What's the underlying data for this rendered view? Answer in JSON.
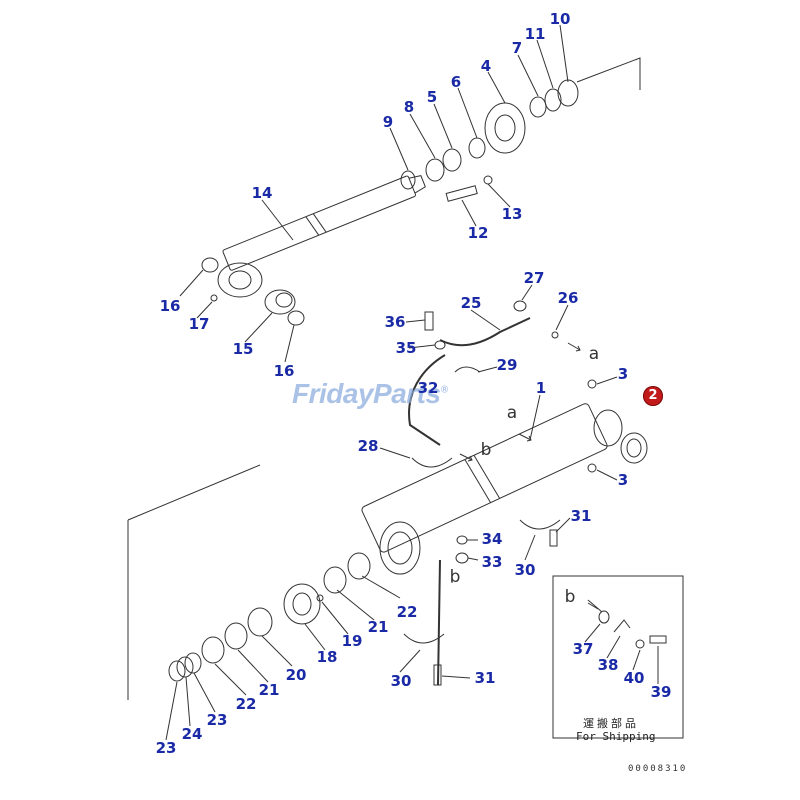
{
  "watermark": {
    "text": "FridayParts",
    "reg": "®"
  },
  "callout_badge": "2",
  "labels": [
    {
      "id": "l10",
      "text": "10"
    },
    {
      "id": "l11",
      "text": "11"
    },
    {
      "id": "l7",
      "text": "7"
    },
    {
      "id": "l4",
      "text": "4"
    },
    {
      "id": "l6",
      "text": "6"
    },
    {
      "id": "l5",
      "text": "5"
    },
    {
      "id": "l8",
      "text": "8"
    },
    {
      "id": "l9",
      "text": "9"
    },
    {
      "id": "l14",
      "text": "14"
    },
    {
      "id": "l13",
      "text": "13"
    },
    {
      "id": "l12",
      "text": "12"
    },
    {
      "id": "l16a",
      "text": "16"
    },
    {
      "id": "l17",
      "text": "17"
    },
    {
      "id": "l15",
      "text": "15"
    },
    {
      "id": "l16b",
      "text": "16"
    },
    {
      "id": "l27",
      "text": "27"
    },
    {
      "id": "l25",
      "text": "25"
    },
    {
      "id": "l26",
      "text": "26"
    },
    {
      "id": "l36",
      "text": "36"
    },
    {
      "id": "l35",
      "text": "35"
    },
    {
      "id": "l29",
      "text": "29"
    },
    {
      "id": "l32",
      "text": "32"
    },
    {
      "id": "l1",
      "text": "1"
    },
    {
      "id": "l3a",
      "text": "3"
    },
    {
      "id": "l3b",
      "text": "3"
    },
    {
      "id": "l28",
      "text": "28"
    },
    {
      "id": "l34",
      "text": "34"
    },
    {
      "id": "l33",
      "text": "33"
    },
    {
      "id": "l31a",
      "text": "31"
    },
    {
      "id": "l30a",
      "text": "30"
    },
    {
      "id": "l22a",
      "text": "22"
    },
    {
      "id": "l21a",
      "text": "21"
    },
    {
      "id": "l19",
      "text": "19"
    },
    {
      "id": "l18",
      "text": "18"
    },
    {
      "id": "l20",
      "text": "20"
    },
    {
      "id": "l21b",
      "text": "21"
    },
    {
      "id": "l22b",
      "text": "22"
    },
    {
      "id": "l23a",
      "text": "23"
    },
    {
      "id": "l24",
      "text": "24"
    },
    {
      "id": "l23b",
      "text": "23"
    },
    {
      "id": "l30b",
      "text": "30"
    },
    {
      "id": "l31b",
      "text": "31"
    },
    {
      "id": "l37",
      "text": "37"
    },
    {
      "id": "l38",
      "text": "38"
    },
    {
      "id": "l40",
      "text": "40"
    },
    {
      "id": "l39",
      "text": "39"
    }
  ],
  "refs": [
    {
      "id": "ra1",
      "text": "a"
    },
    {
      "id": "ra2",
      "text": "a"
    },
    {
      "id": "rb1",
      "text": "b"
    },
    {
      "id": "rb2",
      "text": "b"
    },
    {
      "id": "rb3",
      "text": "b"
    }
  ],
  "shipping_box": {
    "jp": "運搬部品",
    "en": "For Shipping"
  },
  "drawing_code": "00008310",
  "colors": {
    "label": "#1a2aa6",
    "badge": "#c21a1a",
    "watermark": "#8faee0",
    "line": "#333333"
  }
}
